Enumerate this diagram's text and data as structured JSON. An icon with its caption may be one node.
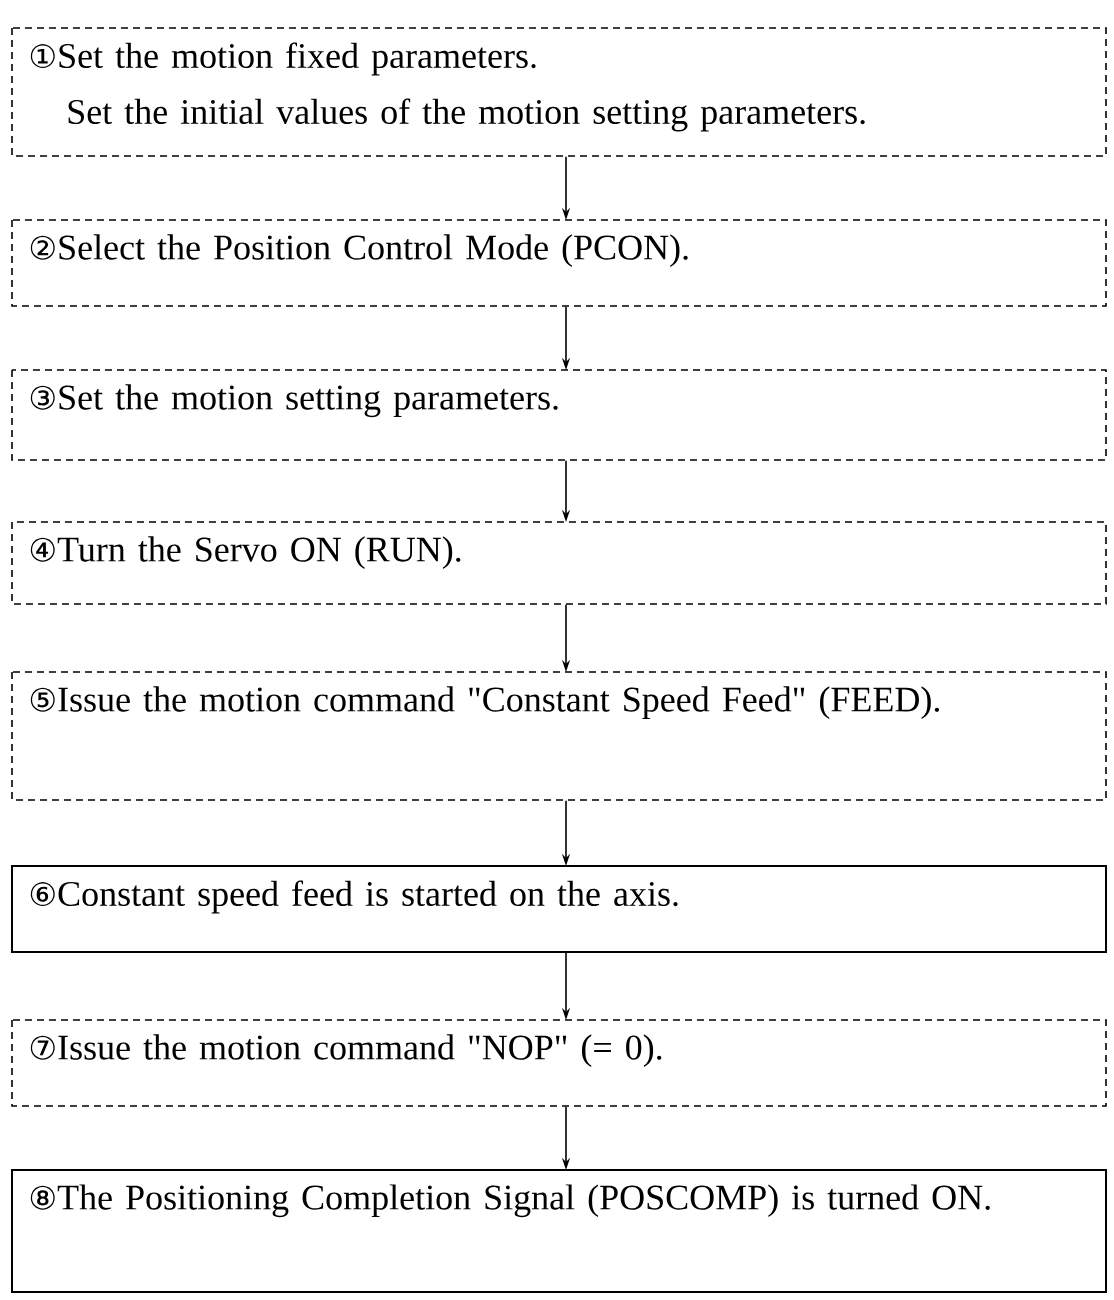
{
  "diagram": {
    "nodes": [
      {
        "text": [
          "①Set the motion fixed parameters.",
          "Set the initial values of the motion setting parameters."
        ]
      },
      {
        "text": [
          "②Select the Position Control Mode (PCON)."
        ]
      },
      {
        "text": [
          "③Set the motion setting parameters."
        ]
      },
      {
        "text": [
          "④Turn the Servo ON (RUN)."
        ]
      },
      {
        "text": [
          "⑤Issue the motion command \"Constant Speed Feed\" (FEED)."
        ]
      },
      {
        "text": [
          "⑥Constant speed feed is started on the axis."
        ]
      },
      {
        "text": [
          "⑦Issue the motion command \"NOP\" (= 0)."
        ]
      },
      {
        "text": [
          "⑧The Positioning Completion Signal (POSCOMP) is turned ON."
        ]
      }
    ],
    "edges": [
      {
        "from": 0,
        "to": 1,
        "arrow": "to"
      },
      {
        "from": 1,
        "to": 2,
        "arrow": "to"
      },
      {
        "from": 2,
        "to": 3,
        "arrow": "to"
      },
      {
        "from": 3,
        "to": 4,
        "arrow": "to"
      },
      {
        "from": 4,
        "to": 5,
        "arrow": "to"
      },
      {
        "from": 5,
        "to": 6,
        "arrow": "to"
      },
      {
        "from": 6,
        "to": 7,
        "arrow": "to"
      }
    ]
  }
}
